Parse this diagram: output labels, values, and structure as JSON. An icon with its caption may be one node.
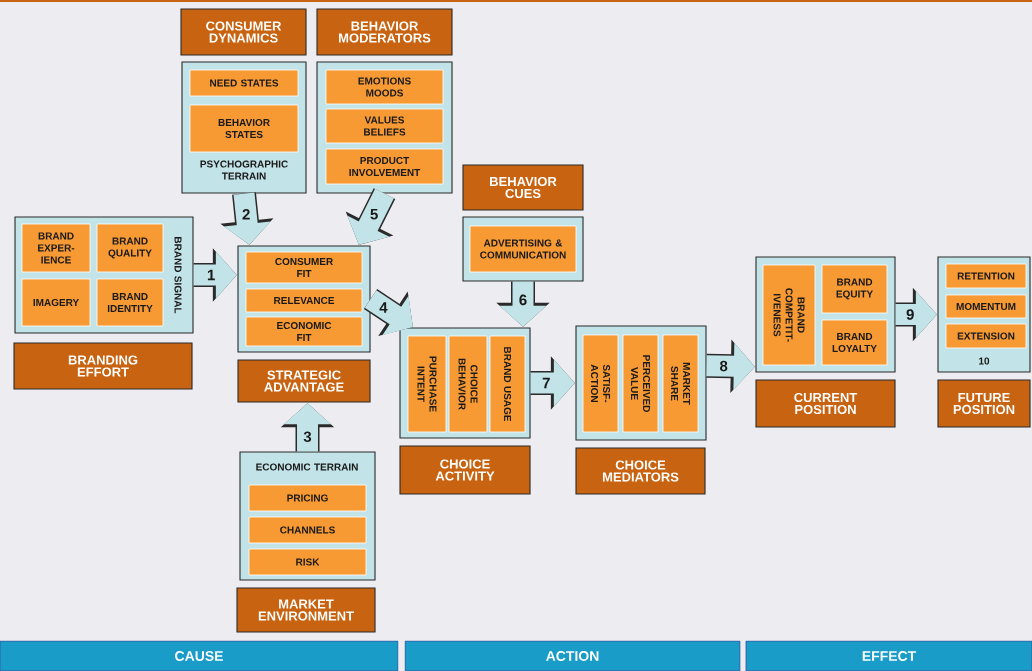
{
  "diagram": {
    "nodes": [
      {
        "text": [
          "BRAND SIGNAL"
        ]
      },
      {
        "text": [
          "BRAND EXPER-IENCE"
        ],
        "in": 0
      },
      {
        "text": [
          "BRAND QUALITY"
        ],
        "in": 0
      },
      {
        "text": [
          "IMAGERY"
        ],
        "in": 0
      },
      {
        "text": [
          "BRAND IDENTITY"
        ],
        "in": 0
      },
      {
        "text": [
          "BRANDING EFFORT"
        ]
      },
      {
        "text": [
          "CONSUMER DYNAMICS"
        ]
      },
      {
        "text": [
          "PSYCHOGRAPHIC TERRAIN"
        ]
      },
      {
        "text": [
          "NEED STATES"
        ],
        "in": 7
      },
      {
        "text": [
          "BEHAVIOR STATES"
        ],
        "in": 7
      },
      {
        "text": [
          "BEHAVIOR MODERATORS"
        ]
      },
      {
        "text": [],
        "shape": "box"
      },
      {
        "text": [
          "EMOTIONS MOODS"
        ],
        "in": 11
      },
      {
        "text": [
          "VALUES BELIEFS"
        ],
        "in": 11
      },
      {
        "text": [
          "PRODUCT INVOLVEMENT"
        ],
        "in": 11
      },
      {
        "text": [],
        "shape": "box"
      },
      {
        "text": [
          "CONSUMER FIT"
        ],
        "in": 15
      },
      {
        "text": [
          "RELEVANCE"
        ],
        "in": 15
      },
      {
        "text": [
          "ECONOMIC FIT"
        ],
        "in": 15
      },
      {
        "text": [
          "STRATEGIC ADVANTAGE"
        ]
      },
      {
        "text": [
          "ECONOMIC TERRAIN"
        ]
      },
      {
        "text": [
          "PRICING"
        ],
        "in": 20
      },
      {
        "text": [
          "CHANNELS"
        ],
        "in": 20
      },
      {
        "text": [
          "RISK"
        ],
        "in": 20
      },
      {
        "text": [
          "MARKET ENVIRONMENT"
        ]
      },
      {
        "text": [
          "BEHAVIOR CUES"
        ]
      },
      {
        "text": [],
        "shape": "box"
      },
      {
        "text": [
          "ADVERTISING & COMMUNICATION"
        ],
        "in": 26
      },
      {
        "text": [],
        "shape": "box"
      },
      {
        "text": [
          "PURCHASE INTENT"
        ],
        "in": 28
      },
      {
        "text": [
          "CHOICE BEHAVIOR"
        ],
        "in": 28
      },
      {
        "text": [
          "BRAND USAGE"
        ],
        "in": 28
      },
      {
        "text": [
          "CHOICE ACTIVITY"
        ]
      },
      {
        "text": [],
        "shape": "box"
      },
      {
        "text": [
          "SATISF-ACTION"
        ],
        "in": 33
      },
      {
        "text": [
          "PERCEIVED VALUE"
        ],
        "in": 33
      },
      {
        "text": [
          "MARKET SHARE"
        ],
        "in": 33
      },
      {
        "text": [
          "CHOICE MEDIATORS"
        ]
      },
      {
        "text": [],
        "shape": "box"
      },
      {
        "text": [
          "BRAND COMPETIT-IVENESS"
        ],
        "in": 38
      },
      {
        "text": [
          "BRAND EQUITY"
        ],
        "in": 38
      },
      {
        "text": [
          "BRAND LOYALTY"
        ],
        "in": 38
      },
      {
        "text": [
          "CURRENT POSITION"
        ]
      },
      {
        "text": [
          "10"
        ]
      },
      {
        "text": [
          "RETENTION"
        ],
        "in": 43
      },
      {
        "text": [
          "MOMENTUM"
        ],
        "in": 43
      },
      {
        "text": [
          "EXTENSION"
        ],
        "in": 43
      },
      {
        "text": [
          "FUTURE POSITION"
        ]
      },
      {
        "text": [
          "CAUSE"
        ]
      },
      {
        "text": [
          "ACTION"
        ]
      },
      {
        "text": [
          "EFFECT"
        ]
      }
    ],
    "edges": [
      {
        "from": 0,
        "to": 15,
        "arrow": "to",
        "label": "1"
      },
      {
        "from": 7,
        "to": 15,
        "arrow": "to",
        "label": "2"
      },
      {
        "from": 20,
        "to": 19,
        "arrow": "to",
        "label": "3"
      },
      {
        "from": 15,
        "to": 28,
        "arrow": "to",
        "label": "4"
      },
      {
        "from": 11,
        "to": 15,
        "arrow": "to",
        "label": "5"
      },
      {
        "from": 26,
        "to": 28,
        "arrow": "to",
        "label": "6"
      },
      {
        "from": 28,
        "to": 33,
        "arrow": "to",
        "label": "7"
      },
      {
        "from": 33,
        "to": 38,
        "arrow": "to",
        "label": "8"
      },
      {
        "from": 38,
        "to": 43,
        "arrow": "to",
        "label": "9"
      }
    ]
  }
}
